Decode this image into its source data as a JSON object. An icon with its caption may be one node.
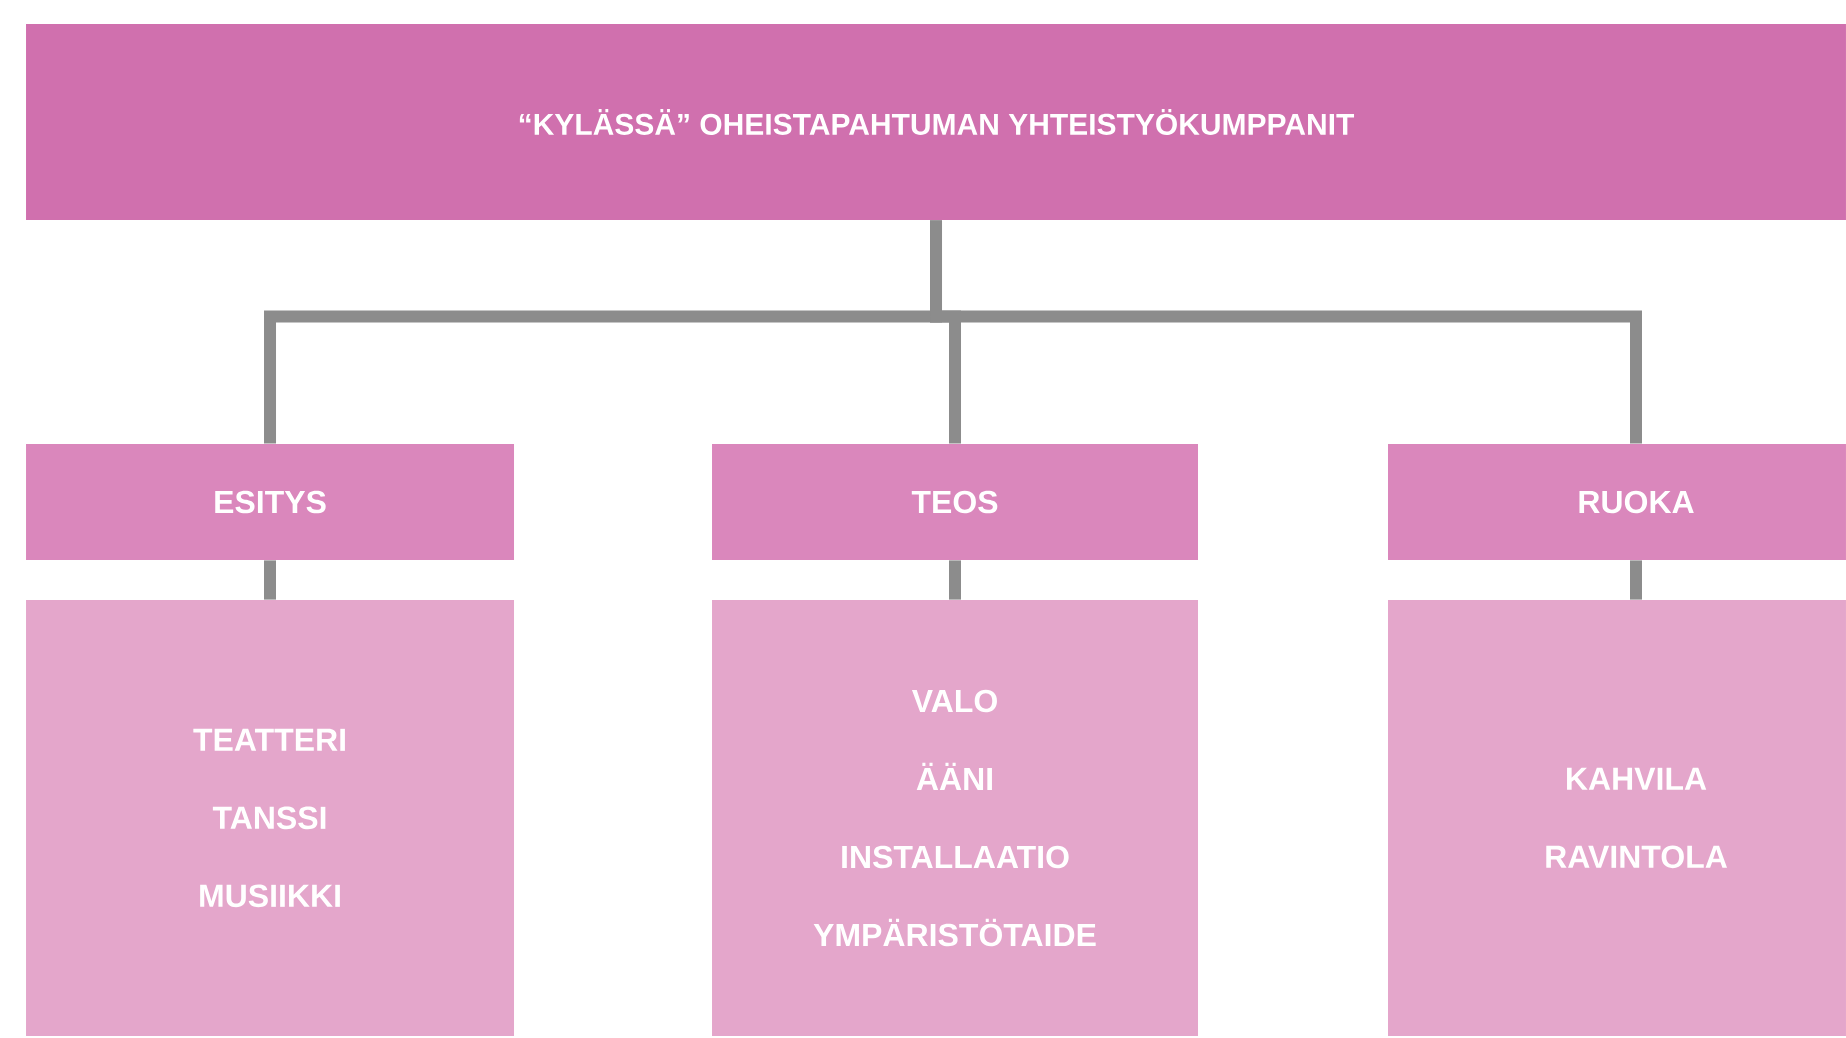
{
  "diagram": {
    "nodes": [
      {
        "text": [
          "“KYLÄSSÄ” OHEISTAPAHTUMAN YHTEISTYÖKUMPPANIT"
        ]
      },
      {
        "text": [
          "ESITYS"
        ]
      },
      {
        "text": [
          "TEOS"
        ]
      },
      {
        "text": [
          "RUOKA"
        ]
      },
      {
        "text": [
          "TEATTERI",
          "TANSSI",
          "MUSIIKKI"
        ]
      },
      {
        "text": [
          "VALO",
          "ÄÄNI",
          "INSTALLAATIO",
          "YMPÄRISTÖTAIDE"
        ]
      },
      {
        "text": [
          "KAHVILA",
          "RAVINTOLA"
        ]
      }
    ],
    "edges": [
      {
        "from": 0,
        "to": 1,
        "arrow": "none"
      },
      {
        "from": 0,
        "to": 2,
        "arrow": "none"
      },
      {
        "from": 0,
        "to": 3,
        "arrow": "none"
      },
      {
        "from": 1,
        "to": 4,
        "arrow": "none"
      },
      {
        "from": 2,
        "to": 5,
        "arrow": "none"
      },
      {
        "from": 3,
        "to": 6,
        "arrow": "none"
      }
    ]
  }
}
